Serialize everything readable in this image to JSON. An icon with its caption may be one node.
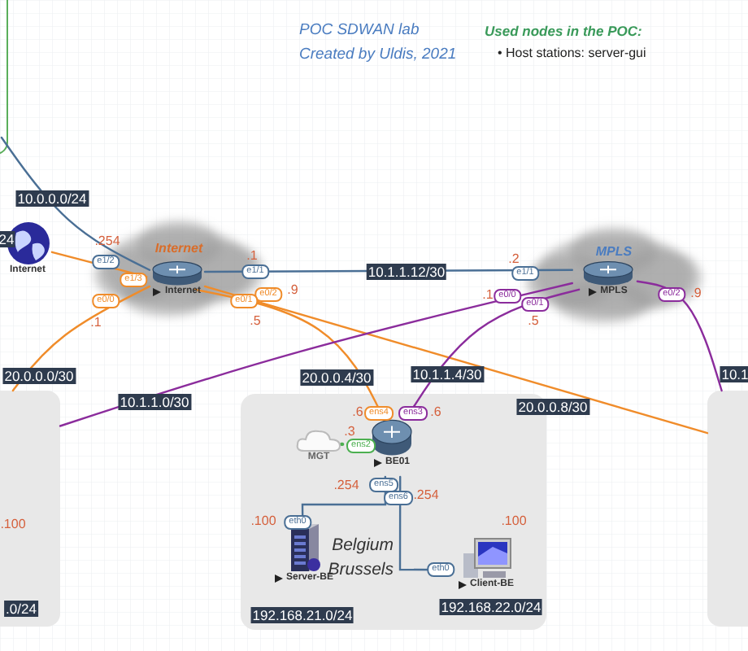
{
  "diagram": {
    "title": "POC SDWAN lab",
    "nodes": [
      {
        "text": [],
        "shape": "box"
      },
      {
        "text": [
          "Internet"
        ]
      },
      {
        "text": [
          "Internet"
        ]
      },
      {
        "text": [
          "Internet"
        ],
        "in": 2
      },
      {
        "text": [
          "MPLS"
        ]
      },
      {
        "text": [
          "MPLS"
        ],
        "in": 4
      },
      {
        "text": [],
        "shape": "box"
      },
      {
        "text": [
          "Belgium Brussels"
        ]
      },
      {
        "text": [
          "BE01"
        ],
        "in": 7
      },
      {
        "text": [
          "MGT"
        ],
        "in": 7
      },
      {
        "text": [
          "Server-BE"
        ],
        "in": 7
      },
      {
        "text": [
          "Client-BE"
        ],
        "in": 7
      },
      {
        "text": [],
        "shape": "box"
      }
    ],
    "edges": [
      {
        "from": 0,
        "to": 3,
        "arrow": "none",
        "label": "10.0.0.0/24",
        "color": "#4a6f95"
      },
      {
        "from": 1,
        "to": 3,
        "arrow": "none",
        "color": "#f08c2a"
      },
      {
        "from": 3,
        "to": 5,
        "arrow": "none",
        "label": "10.1.1.12/30",
        "color": "#4a6f95"
      },
      {
        "from": 3,
        "to": 6,
        "arrow": "none",
        "label": "20.0.0.0/30",
        "color": "#f08c2a"
      },
      {
        "from": 3,
        "to": 8,
        "arrow": "none",
        "label": "20.0.0.4/30",
        "color": "#f08c2a"
      },
      {
        "from": 3,
        "to": 12,
        "arrow": "none",
        "label": "20.0.0.8/30",
        "color": "#f08c2a"
      },
      {
        "from": 5,
        "to": 6,
        "arrow": "none",
        "label": "10.1.1.0/30",
        "color": "#8b2c9c"
      },
      {
        "from": 5,
        "to": 8,
        "arrow": "none",
        "label": "10.1.1.4/30",
        "color": "#8b2c9c"
      },
      {
        "from": 5,
        "to": 12,
        "arrow": "none",
        "label": "10.1",
        "color": "#8b2c9c"
      },
      {
        "from": 9,
        "to": 8,
        "arrow": "none",
        "style": "dashed",
        "color": "#4caf50"
      },
      {
        "from": 8,
        "to": 10,
        "arrow": "none",
        "color": "#4a6f95"
      },
      {
        "from": 8,
        "to": 11,
        "arrow": "none",
        "color": "#4a6f95"
      }
    ],
    "labels": [
      "Created by Uldis, 2021",
      "Used nodes in the POC:",
      "• Host stations: server-gui",
      "24",
      ".254",
      "e1/2",
      "e1/3",
      "e0/0",
      ".1",
      ".1",
      "e1/1",
      "e0/2",
      ".9",
      "e0/1",
      ".5",
      ".2",
      "e1/1",
      ".1",
      "e0/0",
      "e0/1",
      ".5",
      "e0/2",
      ".9",
      ".6",
      "ens4",
      "ens3",
      ".6",
      ".3",
      "ens2",
      ".254",
      "ens5",
      "ens6",
      ".254",
      ".100",
      "eth0",
      ".100",
      "eth0",
      "192.168.21.0/24",
      "192.168.22.0/24",
      ".100",
      ".0/24"
    ]
  }
}
